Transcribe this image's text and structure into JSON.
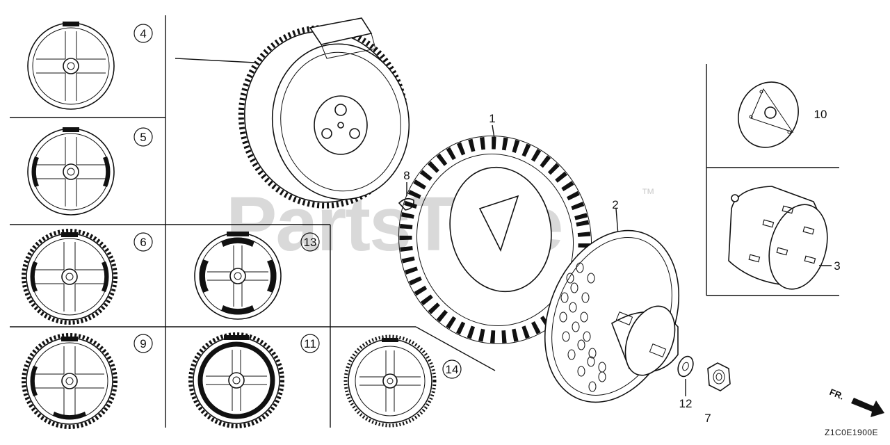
{
  "watermark": {
    "text": "PartsTree",
    "trademark": "™"
  },
  "diagram_code": "Z1C0E1900E",
  "direction_label": "FR.",
  "callouts": {
    "c1": "1",
    "c2": "2",
    "c3": "3",
    "c4": "4",
    "c5": "5",
    "c6": "6",
    "c7": "7",
    "c8": "8",
    "c9": "9",
    "c10": "10",
    "c11": "11",
    "c12": "12",
    "c13": "13",
    "c14": "14"
  }
}
